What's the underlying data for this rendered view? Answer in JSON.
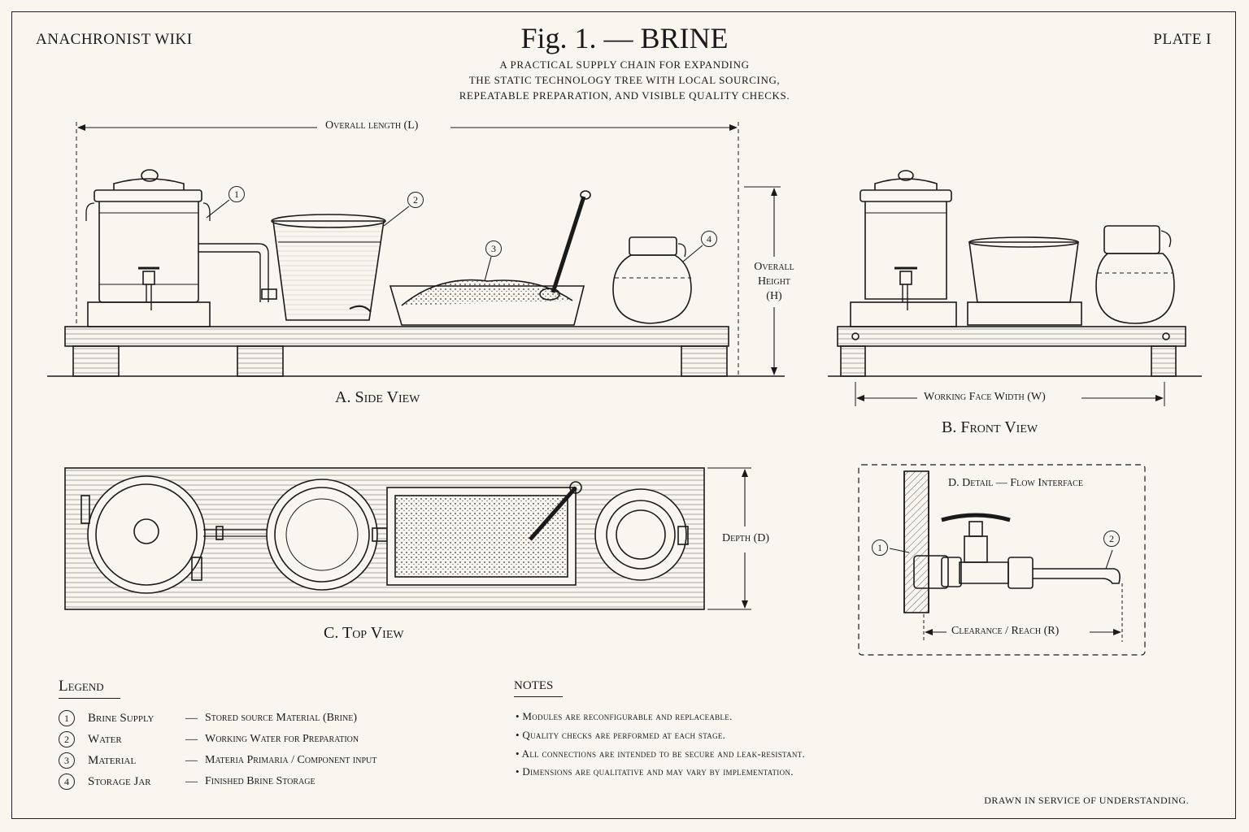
{
  "header": {
    "brand": "ANACHRONIST WIKI",
    "title": "Fig. 1. — BRINE",
    "plate": "PLATE I",
    "subtitle_lines": [
      "A PRACTICAL SUPPLY CHAIN FOR EXPANDING",
      "THE STATIC TECHNOLOGY TREE WITH LOCAL SOURCING,",
      "REPEATABLE PREPARATION, AND VISIBLE QUALITY CHECKS."
    ]
  },
  "views": {
    "side": {
      "caption": "A. Side View",
      "length_label": "Overall length (L)",
      "height_label_lines": [
        "Overall",
        "Height",
        "(H)"
      ]
    },
    "front": {
      "caption": "B. Front View",
      "width_label": "Working Face Width (W)"
    },
    "top": {
      "caption": "C. Top View",
      "depth_label": "Depth (D)"
    },
    "detail": {
      "title": "D. Detail — Flow Interface",
      "reach_label": "Clearance / Reach (R)"
    }
  },
  "callouts": [
    "1",
    "2",
    "3",
    "4"
  ],
  "legend": {
    "heading": "Legend",
    "items": [
      {
        "num": "1",
        "name": "Brine Supply",
        "desc": "Stored source Material (Brine)"
      },
      {
        "num": "2",
        "name": "Water",
        "desc": "Working Water for Preparation"
      },
      {
        "num": "3",
        "name": "Material",
        "desc": "Materia Primaria / Component input"
      },
      {
        "num": "4",
        "name": "Storage Jar",
        "desc": "Finished Brine Storage"
      }
    ]
  },
  "notes": {
    "heading": "NOTES",
    "items": [
      "• Modules are reconfigurable and replaceable.",
      "• Quality checks are performed at each stage.",
      "• All connections are intended to be secure and leak-resistant.",
      "• Dimensions are qualitative and may vary by implementation."
    ]
  },
  "footer": "DRAWN IN SERVICE OF UNDERSTANDING.",
  "colors": {
    "paper": "#f8f6ee",
    "ink": "#1a1a1a"
  }
}
